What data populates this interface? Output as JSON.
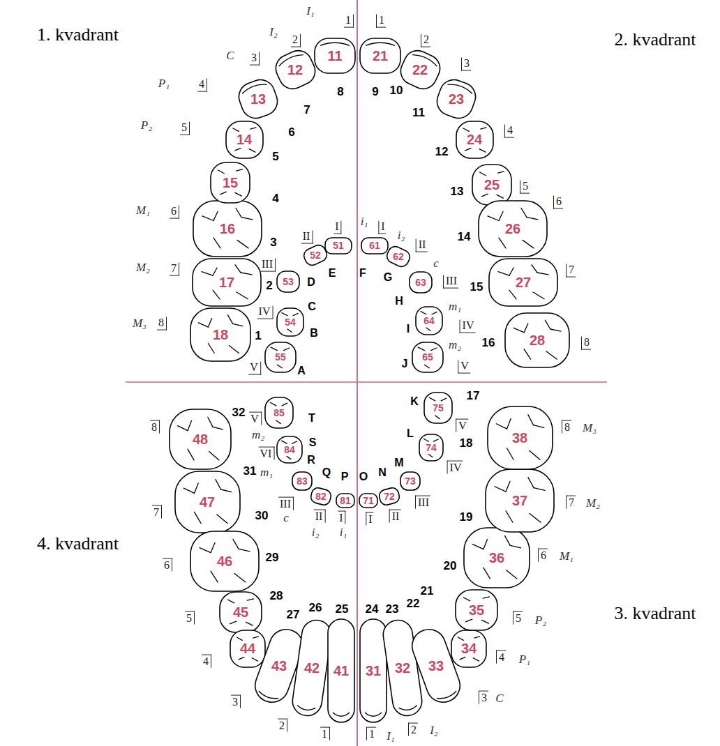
{
  "diagram": {
    "nodes": [
      {
        "text": [
          "1. kvadrant"
        ]
      },
      {
        "text": [
          "2. kvadrant"
        ]
      },
      {
        "text": [
          "18"
        ]
      },
      {
        "text": [
          "17"
        ]
      },
      {
        "text": [
          "16"
        ]
      },
      {
        "text": [
          "15"
        ]
      },
      {
        "text": [
          "14"
        ]
      },
      {
        "text": [
          "13"
        ]
      },
      {
        "text": [
          "12"
        ]
      },
      {
        "text": [
          "11"
        ]
      },
      {
        "text": [
          "21"
        ]
      },
      {
        "text": [
          "22"
        ]
      },
      {
        "text": [
          "23"
        ]
      },
      {
        "text": [
          "24"
        ]
      },
      {
        "text": [
          "25"
        ]
      },
      {
        "text": [
          "26"
        ]
      },
      {
        "text": [
          "27"
        ]
      },
      {
        "text": [
          "28"
        ]
      },
      {
        "text": [
          "55"
        ]
      },
      {
        "text": [
          "54"
        ]
      },
      {
        "text": [
          "53"
        ]
      },
      {
        "text": [
          "52"
        ]
      },
      {
        "text": [
          "51"
        ]
      },
      {
        "text": [
          "61"
        ]
      },
      {
        "text": [
          "62"
        ]
      },
      {
        "text": [
          "63"
        ]
      },
      {
        "text": [
          "64"
        ]
      },
      {
        "text": [
          "65"
        ]
      },
      {
        "text": [
          "85"
        ]
      },
      {
        "text": [
          "84"
        ]
      },
      {
        "text": [
          "83"
        ]
      },
      {
        "text": [
          "82"
        ]
      },
      {
        "text": [
          "81"
        ]
      },
      {
        "text": [
          "71"
        ]
      },
      {
        "text": [
          "72"
        ]
      },
      {
        "text": [
          "73"
        ]
      },
      {
        "text": [
          "74"
        ]
      },
      {
        "text": [
          "75"
        ]
      },
      {
        "text": [
          "48"
        ]
      },
      {
        "text": [
          "47"
        ]
      },
      {
        "text": [
          "46"
        ]
      },
      {
        "text": [
          "45"
        ]
      },
      {
        "text": [
          "44"
        ]
      },
      {
        "text": [
          "43"
        ]
      },
      {
        "text": [
          "42"
        ]
      },
      {
        "text": [
          "41"
        ]
      },
      {
        "text": [
          "31"
        ]
      },
      {
        "text": [
          "32"
        ]
      },
      {
        "text": [
          "33"
        ]
      },
      {
        "text": [
          "34"
        ]
      },
      {
        "text": [
          "35"
        ]
      },
      {
        "text": [
          "36"
        ]
      },
      {
        "text": [
          "37"
        ]
      },
      {
        "text": [
          "38"
        ]
      },
      {
        "text": [
          "4. kvadrant"
        ]
      },
      {
        "text": [
          "3. kvadrant"
        ]
      }
    ],
    "labels": [
      "1",
      "2",
      "3",
      "4",
      "5",
      "6",
      "7",
      "8",
      "9",
      "10",
      "11",
      "12",
      "13",
      "14",
      "15",
      "16",
      "17",
      "18",
      "19",
      "20",
      "21",
      "22",
      "23",
      "24",
      "25",
      "26",
      "27",
      "28",
      "29",
      "30",
      "31",
      "32",
      "A",
      "B",
      "C",
      "D",
      "E",
      "F",
      "G",
      "H",
      "I",
      "J",
      "K",
      "L",
      "M",
      "N",
      "O",
      "P",
      "Q",
      "R",
      "S",
      "T",
      "I₁",
      "1",
      "I₂",
      "2",
      "C",
      "3",
      "P₁",
      "4",
      "P₂",
      "5",
      "M₁",
      "6",
      "M₂",
      "7",
      "M₃",
      "8",
      "1",
      "2",
      "3",
      "4",
      "5",
      "6",
      "7",
      "8",
      "I",
      "II",
      "III",
      "IV",
      "V",
      "i₁",
      "I",
      "i₂",
      "II",
      "c",
      "III",
      "m₁",
      "IV",
      "m₂",
      "V",
      "V",
      "m₂",
      "VI",
      "m₁",
      "III",
      "c",
      "II",
      "i₂",
      "I",
      "i₁",
      "I",
      "II",
      "III",
      "IV",
      "V",
      "8",
      "7",
      "6",
      "5",
      "4",
      "3",
      "2",
      "1",
      "1",
      "I₁",
      "2",
      "I₂",
      "3",
      "C",
      "4",
      "P₁",
      "5",
      "P₂",
      "6",
      "M₁",
      "7",
      "M₂",
      "8",
      "M₃"
    ]
  }
}
